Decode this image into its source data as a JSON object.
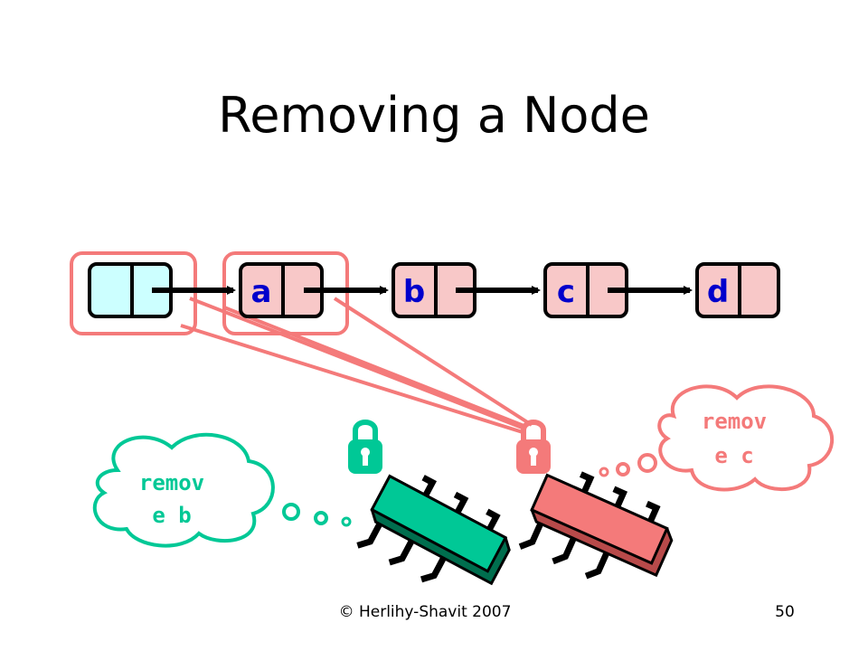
{
  "slide": {
    "title": "Removing a Node",
    "footer_left": "© Herlihy-Shavit 2007",
    "page_number": "50"
  },
  "nodes": [
    {
      "label": "",
      "role": "head-sentinel"
    },
    {
      "label": "a"
    },
    {
      "label": "b"
    },
    {
      "label": "c"
    },
    {
      "label": "d"
    }
  ],
  "thread_green": {
    "bubble_line1": "remov",
    "bubble_line2": "e b",
    "color": "#00c896",
    "icons": [
      "padlock-icon",
      "cpu-chip-icon"
    ]
  },
  "thread_red": {
    "bubble_line1": "remov",
    "bubble_line2": "e c",
    "color": "#f47a7a",
    "icons": [
      "padlock-icon",
      "cpu-chip-icon"
    ]
  },
  "colors": {
    "node_fill": "#f8c8c8",
    "head_fill": "#ccffff",
    "highlight": "#f47a7a",
    "label": "#0000cc"
  }
}
